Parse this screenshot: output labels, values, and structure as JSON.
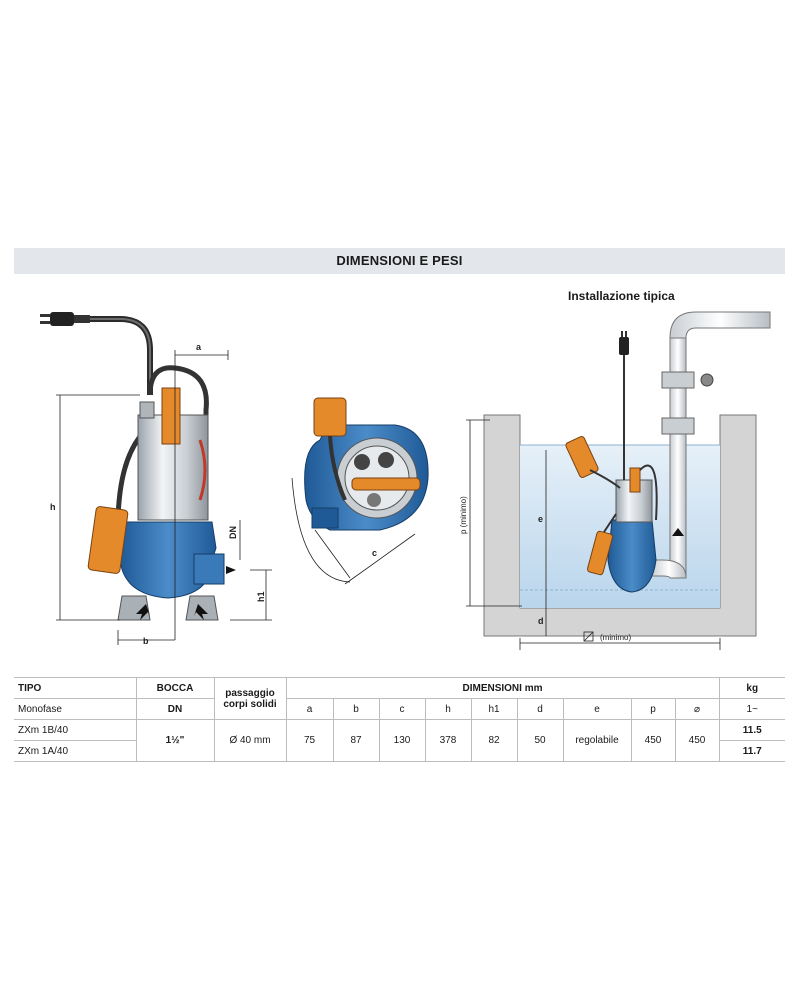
{
  "header": {
    "title": "DIMENSIONI E PESI"
  },
  "installation": {
    "title": "Installazione tipica"
  },
  "drawing_labels": {
    "a": "a",
    "b": "b",
    "c": "c",
    "h": "h",
    "h1": "h1",
    "dn": "DN",
    "p_min": "p  (minimo)",
    "e": "e",
    "d": "d",
    "diam_min": "(minimo)"
  },
  "table": {
    "col_tipo": "TIPO",
    "col_monofase": "Monofase",
    "col_bocca": "BOCCA",
    "col_dn": "DN",
    "col_passaggio_1": "passaggio",
    "col_passaggio_2": "corpi solidi",
    "col_dimensioni": "DIMENSIONI mm",
    "col_kg": "kg",
    "col_phase": "1~",
    "dim_headers": [
      "a",
      "b",
      "c",
      "h",
      "h1",
      "d",
      "e",
      "p",
      "⌀"
    ],
    "models": [
      "ZXm 1B/40",
      "ZXm 1A/40"
    ],
    "bocca_value": "1½\"",
    "passaggio_value": "Ø 40 mm",
    "dim_values": [
      "75",
      "87",
      "130",
      "378",
      "82",
      "50",
      "regolabile",
      "450",
      "450"
    ],
    "weights": [
      "11.5",
      "11.7"
    ]
  },
  "colors": {
    "pump_blue": "#2e6fb0",
    "float_orange": "#e58a2b",
    "water": "#cfe3f2",
    "header_bg": "#e3e6ea"
  }
}
